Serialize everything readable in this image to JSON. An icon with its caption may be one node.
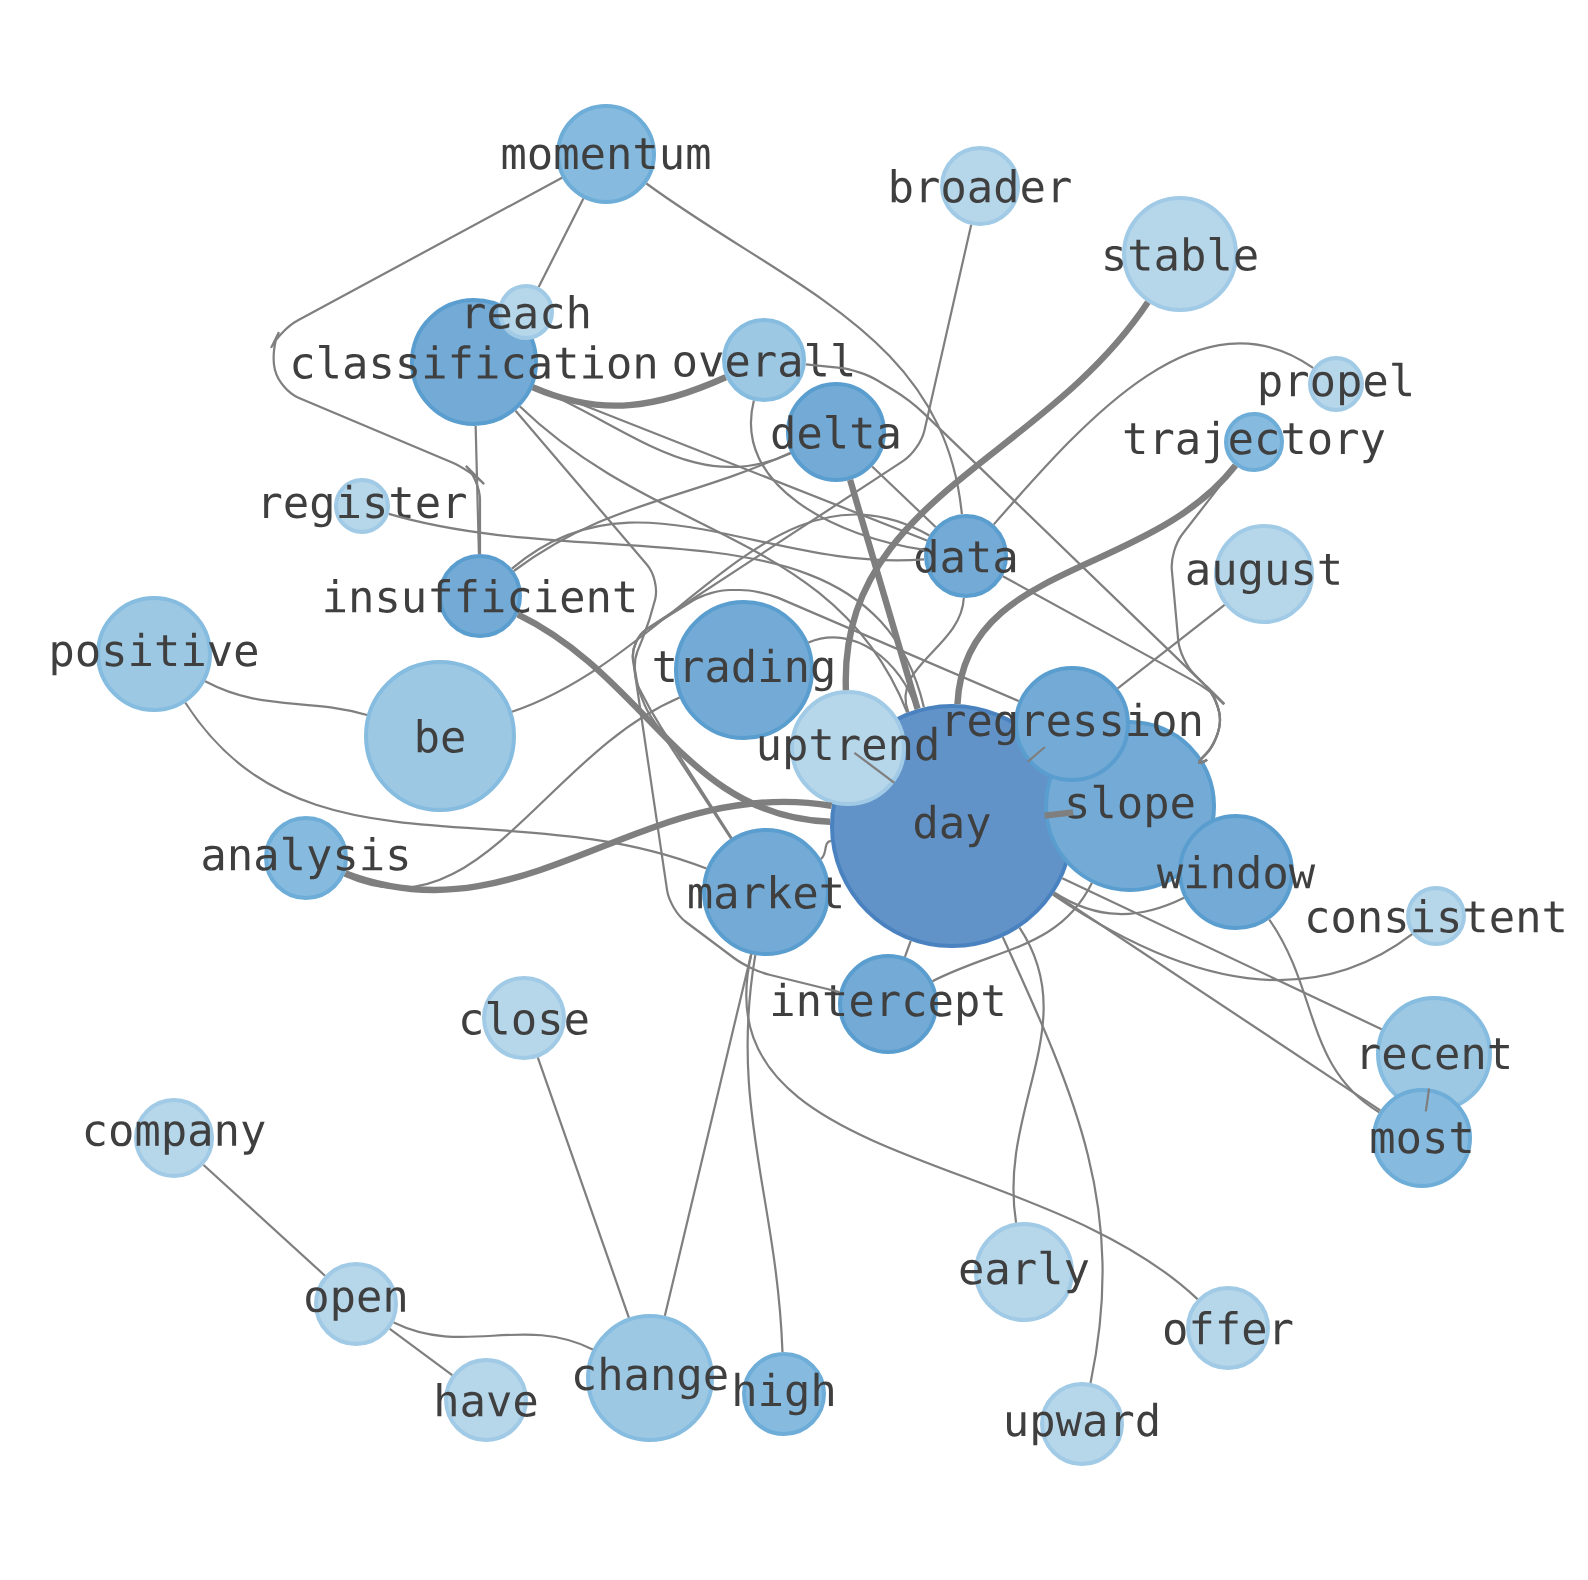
{
  "diagram": {
    "nodes": [
      {
        "text": [
          "momentum"
        ]
      },
      {
        "text": [
          "broader"
        ]
      },
      {
        "text": [
          "stable"
        ]
      },
      {
        "text": [
          "reach"
        ]
      },
      {
        "text": [
          "classification"
        ]
      },
      {
        "text": [
          "overall"
        ]
      },
      {
        "text": [
          "delta"
        ]
      },
      {
        "text": [
          "propel"
        ]
      },
      {
        "text": [
          "trajectory"
        ]
      },
      {
        "text": [
          "register"
        ]
      },
      {
        "text": [
          "data"
        ]
      },
      {
        "text": [
          "august"
        ]
      },
      {
        "text": [
          "insufficient"
        ]
      },
      {
        "text": [
          "positive"
        ]
      },
      {
        "text": [
          "trading"
        ]
      },
      {
        "text": [
          "be"
        ]
      },
      {
        "text": [
          "regression"
        ]
      },
      {
        "text": [
          "uptrend"
        ]
      },
      {
        "text": [
          "slope"
        ]
      },
      {
        "text": [
          "day"
        ]
      },
      {
        "text": [
          "window"
        ]
      },
      {
        "text": [
          "analysis"
        ]
      },
      {
        "text": [
          "market"
        ]
      },
      {
        "text": [
          "consistent"
        ]
      },
      {
        "text": [
          "intercept"
        ]
      },
      {
        "text": [
          "close"
        ]
      },
      {
        "text": [
          "recent"
        ]
      },
      {
        "text": [
          "company"
        ]
      },
      {
        "text": [
          "most"
        ]
      },
      {
        "text": [
          "early"
        ]
      },
      {
        "text": [
          "open"
        ]
      },
      {
        "text": [
          "offer"
        ]
      },
      {
        "text": [
          "change"
        ]
      },
      {
        "text": [
          "high"
        ]
      },
      {
        "text": [
          "have"
        ]
      },
      {
        "text": [
          "upward"
        ]
      }
    ],
    "edges": [
      {
        "from": 0,
        "to": 3,
        "arrow": "none"
      },
      {
        "from": 0,
        "to": 12,
        "arrow": "none"
      },
      {
        "from": 0,
        "to": 10,
        "arrow": "none"
      },
      {
        "from": 4,
        "to": 5,
        "arrow": "none",
        "style": "thick"
      },
      {
        "from": 4,
        "to": 6,
        "arrow": "none"
      },
      {
        "from": 4,
        "to": 12,
        "arrow": "none"
      },
      {
        "from": 4,
        "to": 10,
        "arrow": "none"
      },
      {
        "from": 4,
        "to": 22,
        "arrow": "none"
      },
      {
        "from": 4,
        "to": 19,
        "arrow": "none"
      },
      {
        "from": 1,
        "to": 22,
        "arrow": "none"
      },
      {
        "from": 2,
        "to": 17,
        "arrow": "none",
        "style": "thick"
      },
      {
        "from": 7,
        "to": 10,
        "arrow": "none"
      },
      {
        "from": 8,
        "to": 19,
        "arrow": "none",
        "style": "thick"
      },
      {
        "from": 8,
        "to": 18,
        "arrow": "none"
      },
      {
        "from": 9,
        "to": 19,
        "arrow": "none"
      },
      {
        "from": 5,
        "to": 10,
        "arrow": "none"
      },
      {
        "from": 5,
        "to": 18,
        "arrow": "none"
      },
      {
        "from": 6,
        "to": 10,
        "arrow": "none"
      },
      {
        "from": 6,
        "to": 19,
        "arrow": "none",
        "style": "thick"
      },
      {
        "from": 19,
        "to": 29,
        "arrow": "none"
      },
      {
        "from": 19,
        "to": 35,
        "arrow": "none"
      },
      {
        "from": 12,
        "to": 6,
        "arrow": "none"
      },
      {
        "from": 12,
        "to": 10,
        "arrow": "none"
      },
      {
        "from": 12,
        "to": 19,
        "arrow": "none",
        "style": "thick"
      },
      {
        "from": 10,
        "to": 19,
        "arrow": "none"
      },
      {
        "from": 10,
        "to": 18,
        "arrow": "none"
      },
      {
        "from": 11,
        "to": 16,
        "arrow": "none"
      },
      {
        "from": 13,
        "to": 15,
        "arrow": "none"
      },
      {
        "from": 13,
        "to": 22,
        "arrow": "none"
      },
      {
        "from": 15,
        "to": 10,
        "arrow": "none"
      },
      {
        "from": 21,
        "to": 19,
        "arrow": "none",
        "style": "thick"
      },
      {
        "from": 21,
        "to": 14,
        "arrow": "none"
      },
      {
        "from": 14,
        "to": 19,
        "arrow": "none"
      },
      {
        "from": 17,
        "to": 19,
        "arrow": "none"
      },
      {
        "from": 16,
        "to": 19,
        "arrow": "none"
      },
      {
        "from": 16,
        "to": 24,
        "arrow": "none"
      },
      {
        "from": 22,
        "to": 19,
        "arrow": "none"
      },
      {
        "from": 22,
        "to": 32,
        "arrow": "none"
      },
      {
        "from": 22,
        "to": 33,
        "arrow": "none"
      },
      {
        "from": 22,
        "to": 31,
        "arrow": "none"
      },
      {
        "from": 19,
        "to": 18,
        "arrow": "none",
        "style": "thick"
      },
      {
        "from": 19,
        "to": 20,
        "arrow": "none"
      },
      {
        "from": 19,
        "to": 23,
        "arrow": "none"
      },
      {
        "from": 19,
        "to": 26,
        "arrow": "none"
      },
      {
        "from": 19,
        "to": 28,
        "arrow": "none"
      },
      {
        "from": 19,
        "to": 24,
        "arrow": "none"
      },
      {
        "from": 18,
        "to": 24,
        "arrow": "none"
      },
      {
        "from": 20,
        "to": 28,
        "arrow": "none"
      },
      {
        "from": 26,
        "to": 28,
        "arrow": "none"
      },
      {
        "from": 25,
        "to": 32,
        "arrow": "none"
      },
      {
        "from": 27,
        "to": 30,
        "arrow": "none"
      },
      {
        "from": 30,
        "to": 34,
        "arrow": "none"
      },
      {
        "from": 30,
        "to": 32,
        "arrow": "none"
      }
    ]
  }
}
